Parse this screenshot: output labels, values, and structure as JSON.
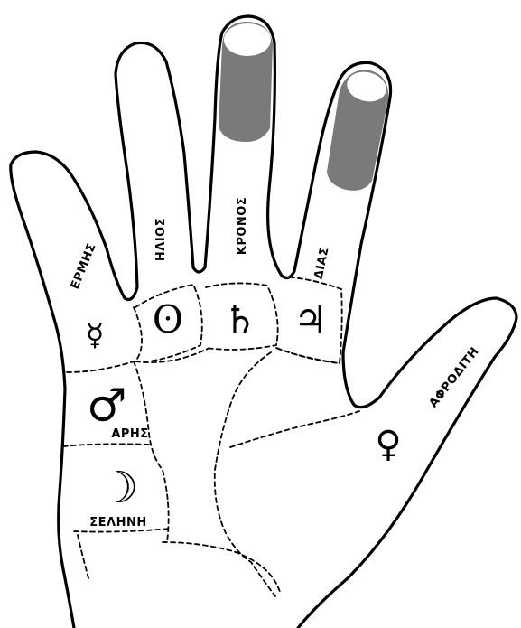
{
  "diagram": {
    "colors": {
      "outline": "#000000",
      "fingernail": "#7a7a7a",
      "background": "#ffffff"
    },
    "mounts": [
      {
        "id": "ermis",
        "label": "ΕΡΜΗΣ",
        "symbol": "☿",
        "icon": "mercury-icon"
      },
      {
        "id": "ilios",
        "label": "ΗΛΙΟΣ",
        "symbol": "ʘ",
        "icon": "sun-icon"
      },
      {
        "id": "kronos",
        "label": "ΚΡΟΝΟΣ",
        "symbol": "♄",
        "icon": "saturn-icon"
      },
      {
        "id": "dias",
        "label": "ΔΙΑΣ",
        "symbol": "♃",
        "icon": "jupiter-icon"
      },
      {
        "id": "aris",
        "label": "ΑΡΗΣ",
        "symbol": "♂",
        "icon": "mars-icon"
      },
      {
        "id": "selini",
        "label": "ΣΕΛΗΝΗ",
        "symbol": "☽",
        "icon": "moon-icon"
      },
      {
        "id": "afroditi",
        "label": "ΑΦΡΟΔΙΤΗ",
        "symbol": "♀",
        "icon": "venus-icon"
      }
    ]
  }
}
